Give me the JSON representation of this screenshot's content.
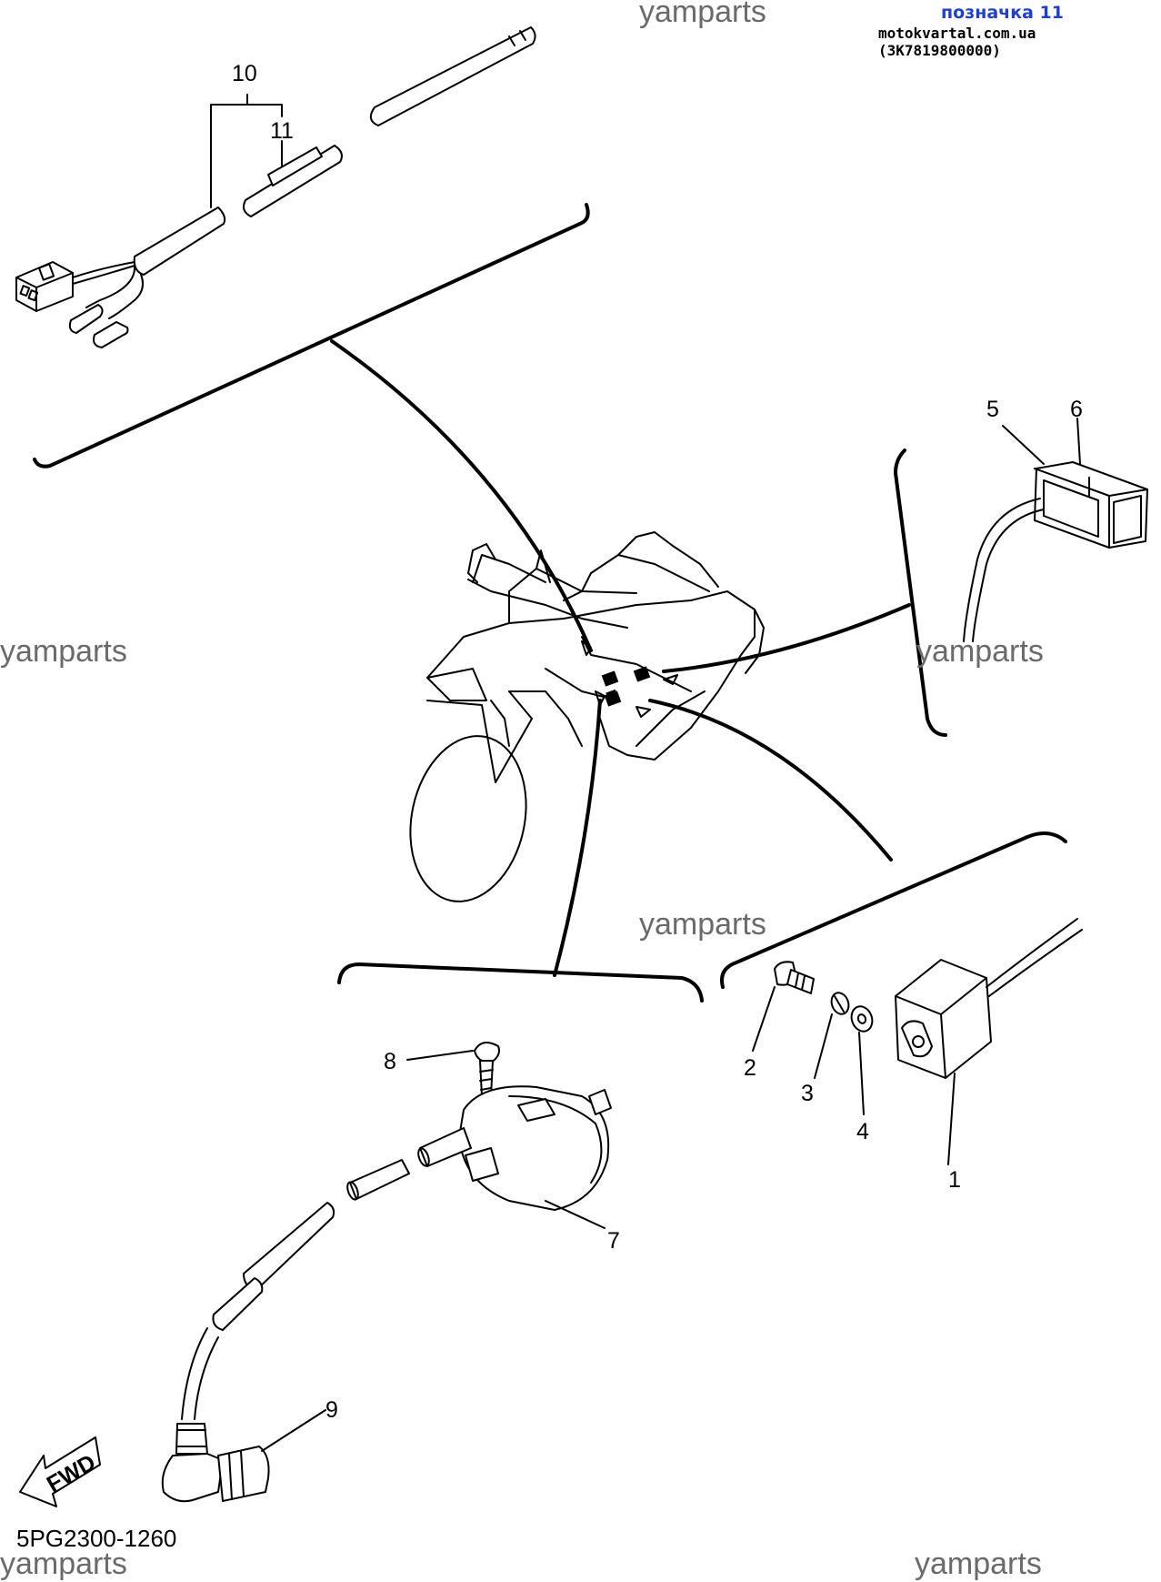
{
  "header": {
    "title": "позначка 11",
    "title_color": "#1f3fd0",
    "site": "motokvartal.com.ua (3K7819800000)"
  },
  "watermarks": [
    "yamparts",
    "yamparts",
    "yamparts",
    "yamparts",
    "yamparts",
    "yamparts"
  ],
  "drawing_code": "5PG2300-1260",
  "fwd_label": "FWD",
  "callouts": [
    "1",
    "2",
    "3",
    "4",
    "5",
    "6",
    "7",
    "8",
    "9",
    "10",
    "11"
  ]
}
